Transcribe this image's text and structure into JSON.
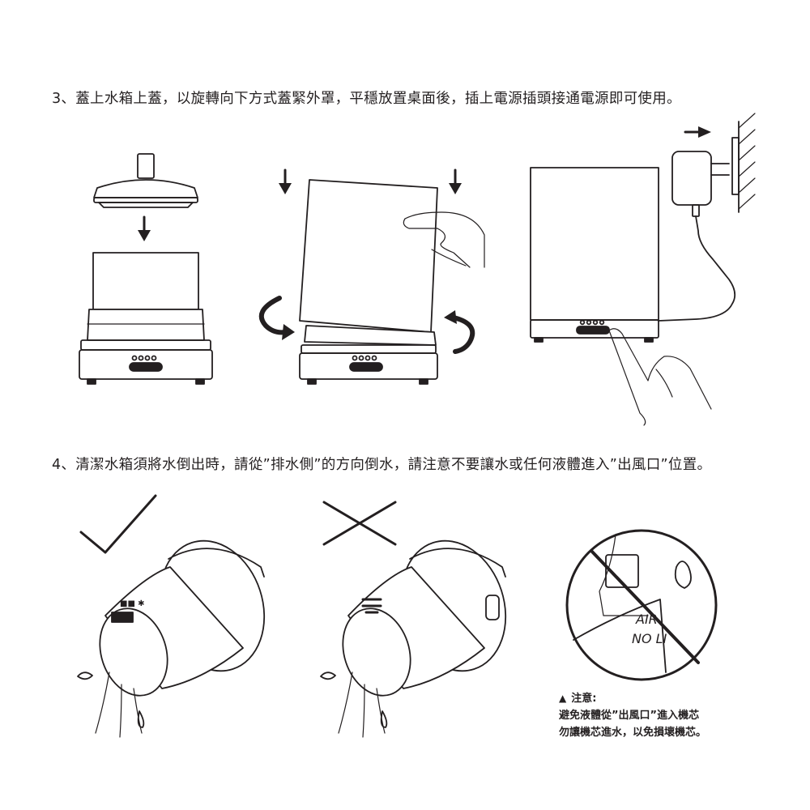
{
  "steps": {
    "step3": {
      "text": "3、蓋上水箱上蓋，以旋轉向下方式蓋緊外罩，平穩放置桌面後，插上電源插頭接通電源即可使用。"
    },
    "step4": {
      "text": "4、清潔水箱須將水倒出時，請從”排水側”的方向倒水，請注意不要讓水或任何液體進入”出風口”位置。"
    }
  },
  "illustration": {
    "inset_text_line1": "AIR",
    "inset_text_line2": "NO LI"
  },
  "warning": {
    "icon": "warning-triangle-icon",
    "title": "注意:",
    "line1": "避免液體從”出風口”進入機芯",
    "line2": "勿讓機芯進水，以免損壞機芯。"
  },
  "colors": {
    "ink": "#231f20",
    "background": "#ffffff"
  }
}
